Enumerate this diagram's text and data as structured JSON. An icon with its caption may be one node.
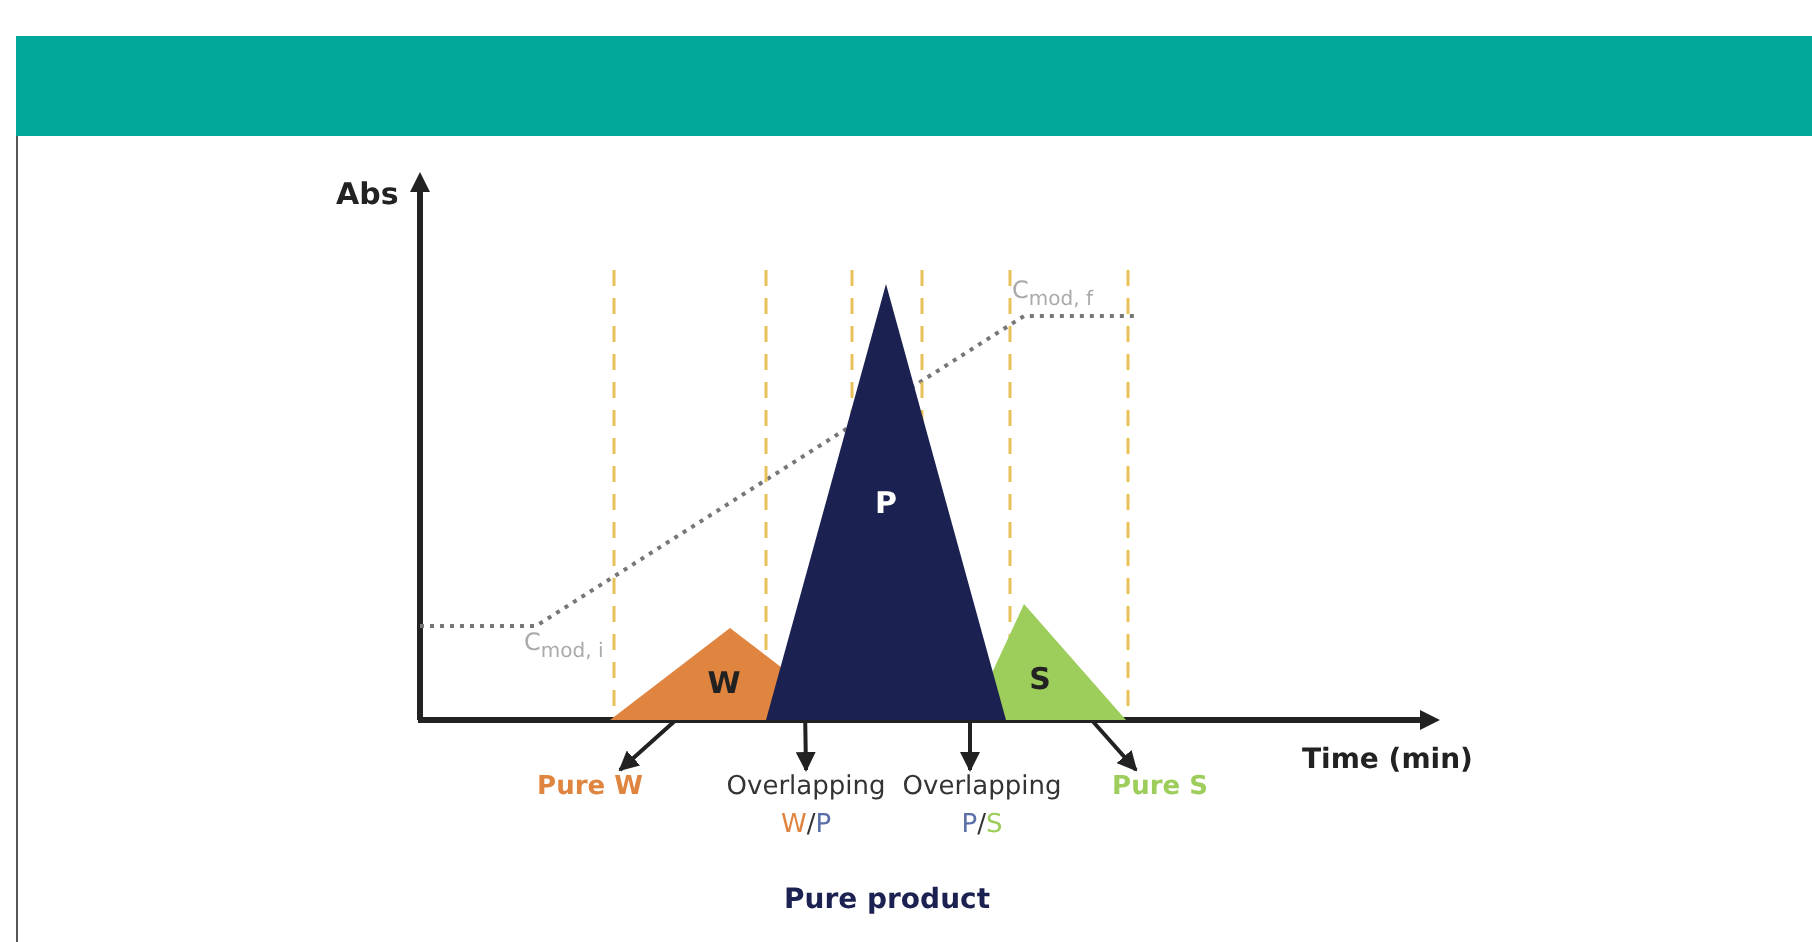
{
  "diagram": {
    "nodes": [
      {
        "text": [
          "W"
        ]
      },
      {
        "text": [
          "P"
        ]
      },
      {
        "text": [
          "S"
        ]
      },
      {
        "text": [
          "Pure W"
        ]
      },
      {
        "text": [
          "Overlapping",
          "W/P"
        ]
      },
      {
        "text": [
          "Overlapping",
          "P/S"
        ]
      },
      {
        "text": [
          "Pure S"
        ]
      }
    ],
    "edges": [
      {
        "from": 0,
        "to": 3,
        "arrow": "to"
      },
      {
        "from": 0,
        "to": 4,
        "arrow": "to"
      },
      {
        "from": 2,
        "to": 5,
        "arrow": "to"
      },
      {
        "from": 2,
        "to": 6,
        "arrow": "to"
      }
    ],
    "labels": [
      "Abs",
      "C$_{mod, f}$",
      "C$_{mod, i}$",
      "Time (min)",
      "Pure product"
    ]
  }
}
